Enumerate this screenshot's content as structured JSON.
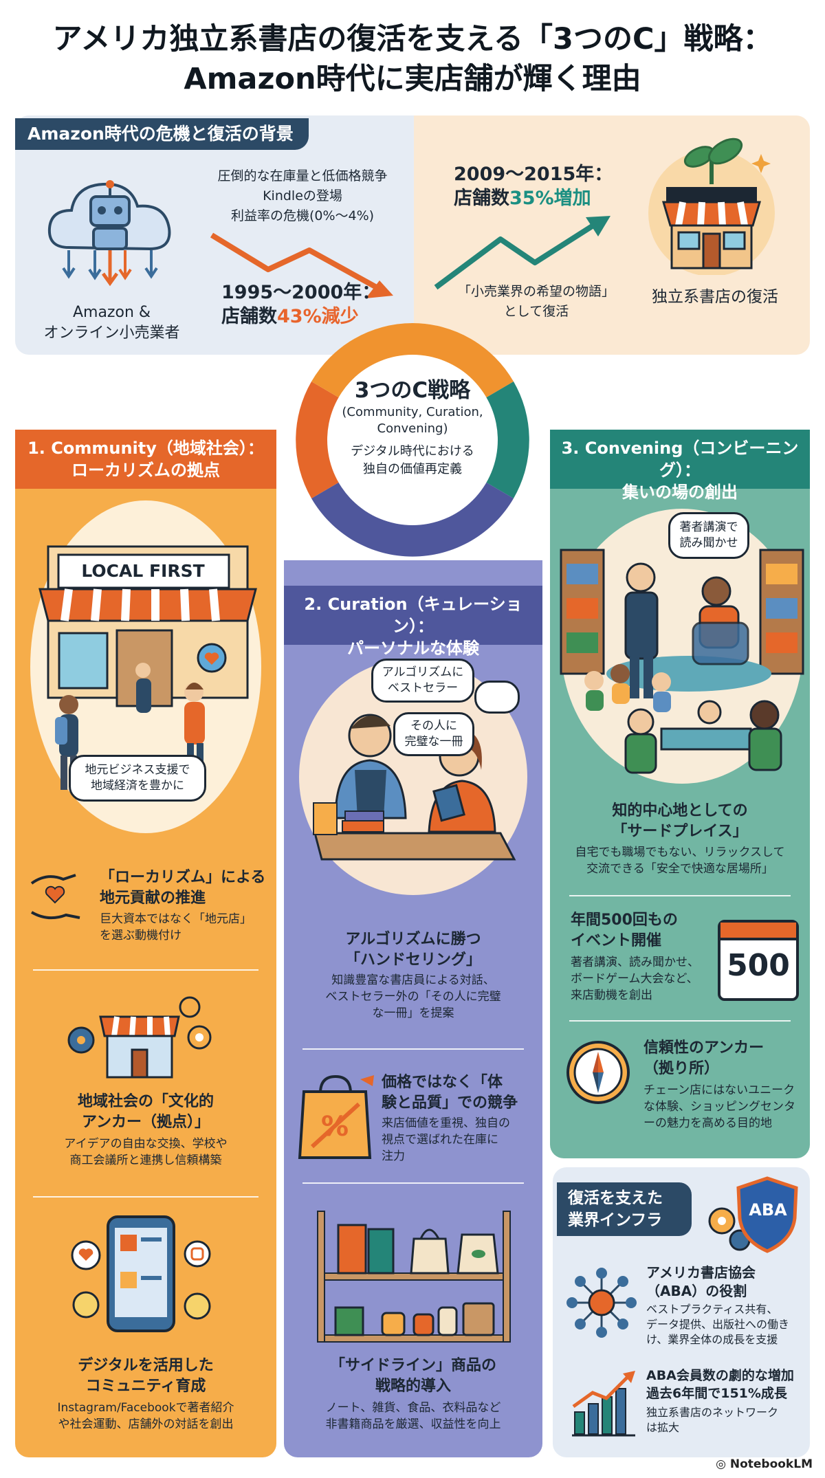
{
  "title": {
    "line1": "アメリカ独立系書店の復活を支える「3つのC」戦略：",
    "line2": "Amazon時代に実店舗が輝く理由"
  },
  "background": {
    "label": "Amazon時代の危機と復活の背景",
    "crisis_points": [
      "圧倒的な在庫量と低価格競争",
      "Kindleの登場",
      "利益率の危機(0%〜4%)"
    ],
    "amazon_label": [
      "Amazon &",
      "オンライン小売業者"
    ],
    "decline_period": "1995〜2000年：",
    "decline_prefix": "店舗数",
    "decline_value": "43%減少",
    "growth_period": "2009〜2015年：",
    "growth_prefix": "店舗数",
    "growth_value": "35%増加",
    "hope_story": [
      "「小売業界の希望の物語」",
      "として復活"
    ],
    "revival_label": "独立系書店の復活"
  },
  "hub": {
    "title": "3つのC戦略",
    "subtitle": [
      "(Community, Curation,",
      "Convening)"
    ],
    "desc": [
      "デジタル時代における",
      "独自の価値再定義"
    ]
  },
  "community": {
    "heading": [
      "1. Community（地域社会）：",
      "ローカリズムの拠点"
    ],
    "sign": "LOCAL FIRST",
    "bubble": [
      "地元ビジネス支援で",
      "地域経済を豊かに"
    ],
    "items": [
      {
        "title": [
          "「ローカリズム」による",
          "地元貢献の推進"
        ],
        "body": [
          "巨大資本ではなく「地元店」",
          "を選ぶ動機付け"
        ]
      },
      {
        "title": [
          "地域社会の「文化的",
          "アンカー（拠点）」"
        ],
        "body": [
          "アイデアの自由な交換、学校や",
          "商工会議所と連携し信頼構築"
        ]
      },
      {
        "title": [
          "デジタルを活用した",
          "コミュニティ育成"
        ],
        "body": [
          "Instagram/Facebookで著者紹介",
          "や社会運動、店舗外の対話を創出"
        ]
      }
    ]
  },
  "curation": {
    "heading": [
      "2. Curation（キュレーション）：",
      "パーソナルな体験"
    ],
    "bubble1": [
      "アルゴリズムに",
      "ベストセラー"
    ],
    "bubble2": [
      "その人に",
      "完璧な一冊"
    ],
    "items": [
      {
        "title": [
          "アルゴリズムに勝つ",
          "「ハンドセリング」"
        ],
        "body": [
          "知識豊富な書店員による対話、",
          "ベストセラー外の「その人に完璧",
          "な一冊」を提案"
        ]
      },
      {
        "title": [
          "価格ではなく「体",
          "験と品質」での競争"
        ],
        "body": [
          "来店価値を重視、独自の",
          "視点で選ばれた在庫に",
          "注力"
        ]
      },
      {
        "title": [
          "「サイドライン」商品の",
          "戦略的導入"
        ],
        "body": [
          "ノート、雑貨、食品、衣料品など",
          "非書籍商品を厳選、収益性を向上"
        ]
      }
    ]
  },
  "convening": {
    "heading": [
      "3. Convening（コンビーニング）：",
      "集いの場の創出"
    ],
    "bubble": [
      "著者講演で",
      "読み聞かせ"
    ],
    "items": [
      {
        "title": [
          "知的中心地としての",
          "「サードプレイス」"
        ],
        "body": [
          "自宅でも職場でもない、リラックスして",
          "交流できる「安全で快適な居場所」"
        ]
      },
      {
        "title": [
          "年間500回もの",
          "イベント開催"
        ],
        "body": [
          "著者講演、読み聞かせ、",
          "ボードゲーム大会など、",
          "来店動機を創出"
        ],
        "calendar_number": "500"
      },
      {
        "title": [
          "信頼性のアンカー",
          "（拠り所）"
        ],
        "body": [
          "チェーン店にはないユニーク",
          "な体験、ショッピングセンタ",
          "ーの魅力を高める目的地"
        ]
      }
    ]
  },
  "infra": {
    "label": [
      "復活を支えた",
      "業界インフラ"
    ],
    "shield": "ABA",
    "items": [
      {
        "title": [
          "アメリカ書店協会",
          "（ABA）の役割"
        ],
        "body": [
          "ベストプラクティス共有、",
          "データ提供、出版社への働き",
          "け、業界全体の成長を支援"
        ]
      },
      {
        "title": [
          "ABA会員数の劇的な増加",
          "過去6年間で151%成長"
        ],
        "body": [
          "独立系書店のネットワーク",
          "は拡大"
        ]
      }
    ]
  },
  "footer": "NotebookLM",
  "colors": {
    "orange": "#e5672a",
    "navy": "#2c4a66",
    "teal": "#248578",
    "purple": "#4f579c",
    "amber": "#f6ad4a"
  }
}
